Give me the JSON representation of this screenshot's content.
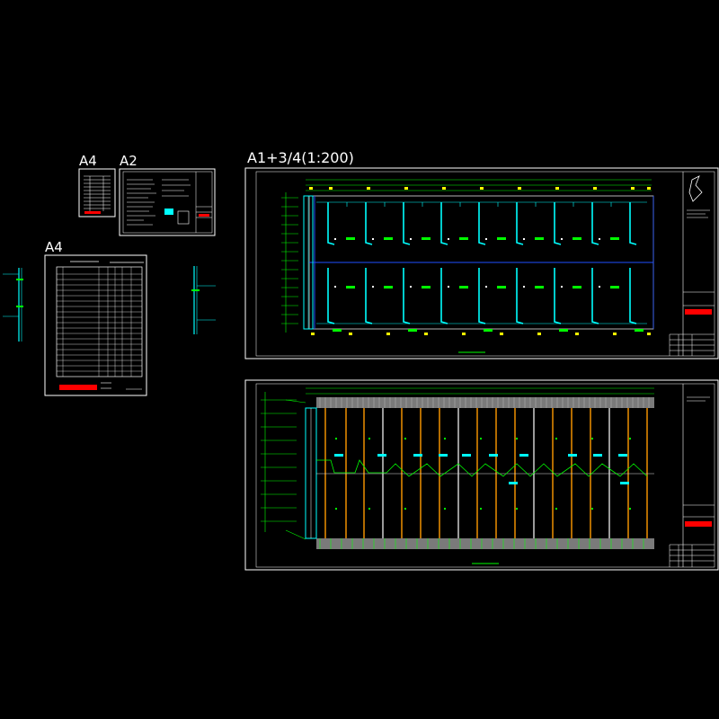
{
  "sheet_labels": {
    "a4_small": "A4",
    "a2": "A2",
    "a4_table": "A4",
    "a1_plan": "A1+3/4(1:200)"
  },
  "colors": {
    "background": "#000000",
    "frame": "#ffffff",
    "cyan": "#00ffff",
    "green": "#00ff00",
    "yellow": "#ffff00",
    "blue": "#0000ff",
    "red": "#ff0000",
    "orange": "#ff9900",
    "grey": "#9a9a9a"
  }
}
